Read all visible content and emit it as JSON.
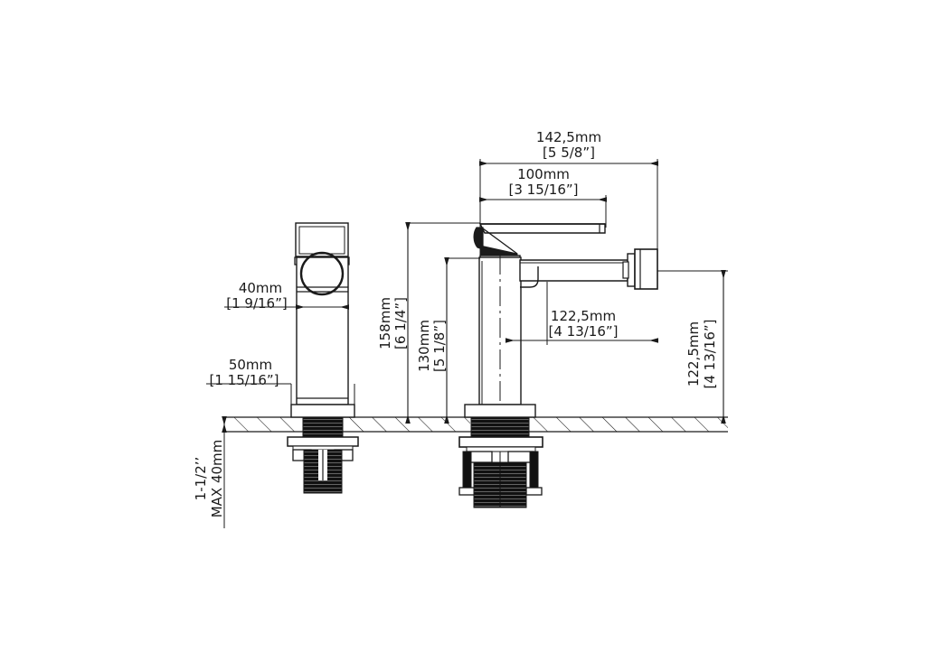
{
  "document": {
    "type": "technical-drawing",
    "title": "Bidet Mixer Dimensional Drawing",
    "background_color": "#ffffff",
    "line_color": "#1a1a1a",
    "fill_color": "#111111"
  },
  "dimensions": {
    "spout_overall_reach": {
      "name": "142,5mm",
      "mm": "142,5mm",
      "inch": "[5  5/8”]",
      "orientation": "horizontal"
    },
    "handle_to_spout": {
      "name": "100mm",
      "mm": "100mm",
      "inch": "[3  15/16”]",
      "orientation": "horizontal"
    },
    "body_width_top": {
      "name": "40mm",
      "mm": "40mm",
      "inch": "[1  9/16”]",
      "orientation": "horizontal"
    },
    "body_width_base": {
      "name": "50mm",
      "mm": "50mm",
      "inch": "[1  15/16”]",
      "orientation": "horizontal"
    },
    "total_height": {
      "name": "158mm",
      "mm": "158mm",
      "inch": "[6  1/4”]",
      "orientation": "vertical"
    },
    "body_height": {
      "name": "130mm",
      "mm": "130mm",
      "inch": "[5  1/8”]",
      "orientation": "vertical"
    },
    "spout_projection": {
      "name": "122,5mm",
      "mm": "122,5mm",
      "inch": "[4  13/16”]",
      "orientation": "horizontal"
    },
    "spout_height": {
      "name": "122,5mm",
      "mm": "122,5mm",
      "inch": "[4  13/16”]",
      "orientation": "vertical"
    },
    "mounting_thickness": {
      "line1": "1-1/2’’",
      "line2": "MAX 40mm",
      "orientation": "vertical"
    }
  },
  "views": [
    {
      "name": "front-view",
      "label": ""
    },
    {
      "name": "side-view",
      "label": ""
    }
  ]
}
